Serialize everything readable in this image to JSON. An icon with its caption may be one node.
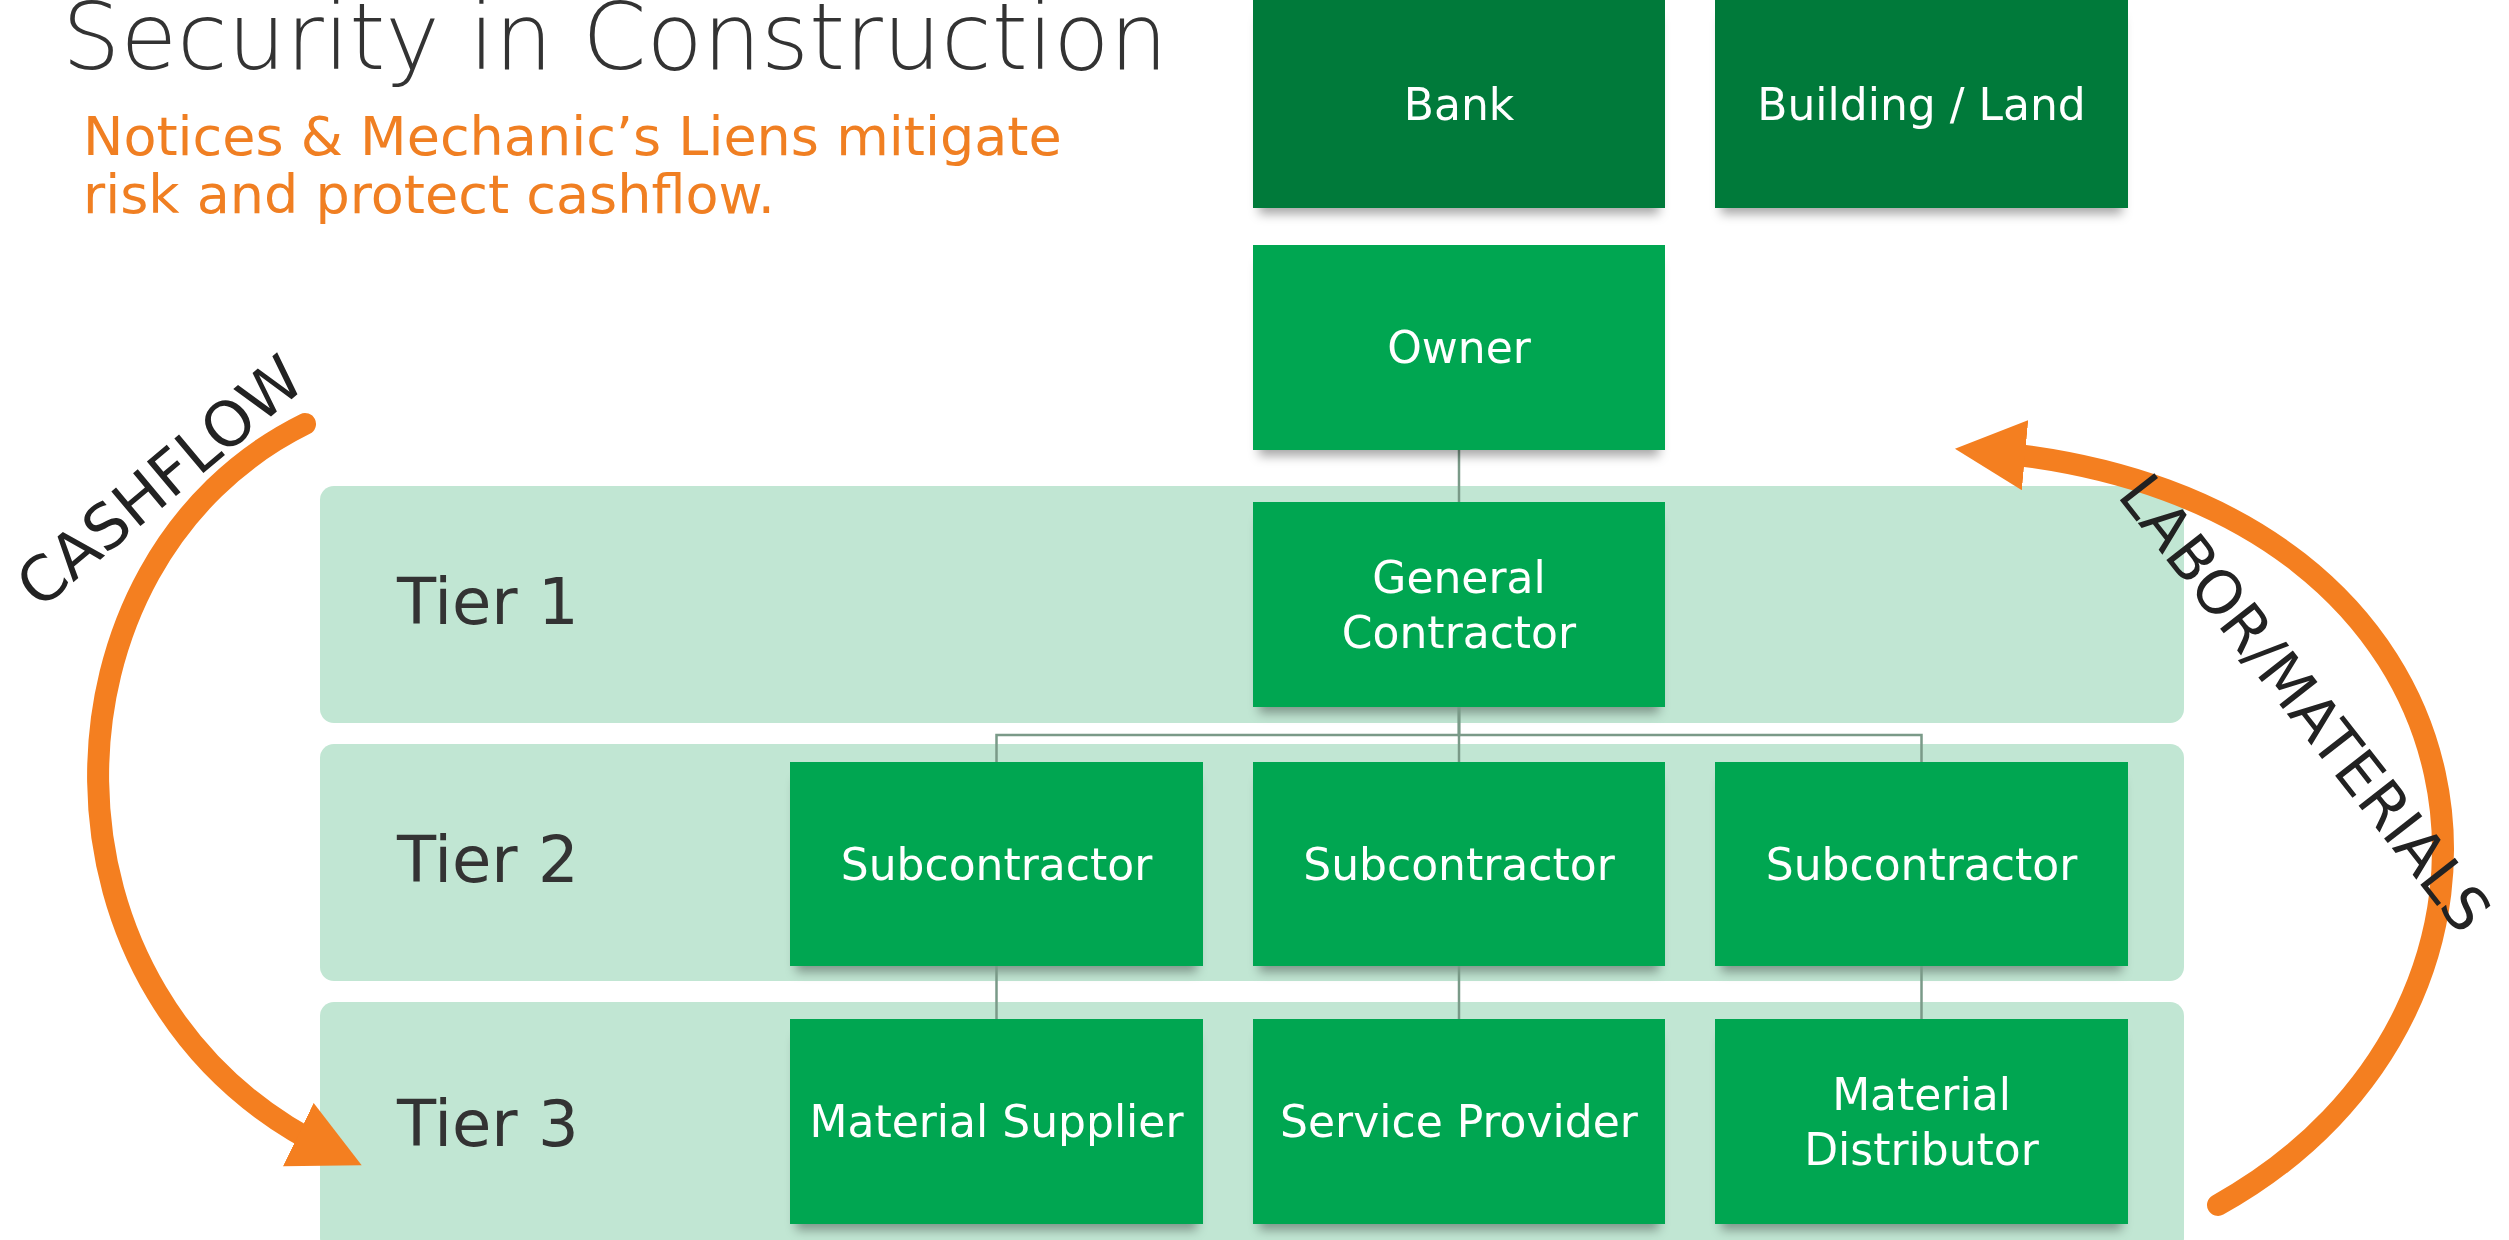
{
  "diagram": {
    "title": "Security in Construction",
    "nodes": [
      {
        "text": [
          "Bank"
        ]
      },
      {
        "text": [
          "Building / Land"
        ]
      },
      {
        "text": [
          "Owner"
        ]
      },
      {
        "text": [
          "Tier 1"
        ]
      },
      {
        "text": [
          "General Contractor"
        ],
        "in": 3
      },
      {
        "text": [
          "Tier 2"
        ]
      },
      {
        "text": [
          "Subcontractor"
        ],
        "in": 5
      },
      {
        "text": [
          "Subcontractor"
        ],
        "in": 5
      },
      {
        "text": [
          "Subcontractor"
        ],
        "in": 5
      },
      {
        "text": [
          "Tier 3"
        ]
      },
      {
        "text": [
          "Material Supplier"
        ],
        "in": 9
      },
      {
        "text": [
          "Service Provider"
        ],
        "in": 9
      },
      {
        "text": [
          "Material Distributor"
        ],
        "in": 9
      }
    ],
    "edges": [
      {
        "from": 2,
        "to": 4,
        "arrow": "none"
      },
      {
        "from": 4,
        "to": 6,
        "arrow": "none"
      },
      {
        "from": 4,
        "to": 7,
        "arrow": "none"
      },
      {
        "from": 4,
        "to": 8,
        "arrow": "none"
      },
      {
        "from": 6,
        "to": 10,
        "arrow": "none"
      },
      {
        "from": 7,
        "to": 11,
        "arrow": "none"
      },
      {
        "from": 8,
        "to": 12,
        "arrow": "none"
      }
    ],
    "labels": [
      "Notices & Mechanic’s Liens mitigate risk and protect cashflow.",
      "CASHFLOW",
      "LABOR/MATERIALS"
    ]
  }
}
